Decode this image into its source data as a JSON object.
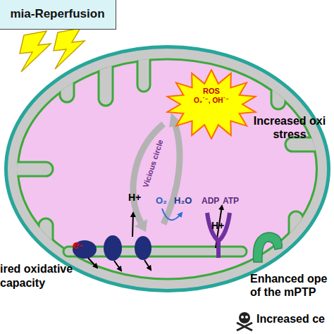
{
  "diagram": {
    "nodes": [
      {
        "text": [
          "mia-Reperfusion"
        ]
      },
      {
        "text": [
          "Increased oxi stress"
        ]
      },
      {
        "text": [
          "ROS",
          "O₂˙⁻, OH˙⁻"
        ],
        "in": 1
      }
    ],
    "labels": [
      "Vicious circle",
      "H+",
      "O₂",
      "H₂O",
      "ADP",
      "ATP",
      "H+",
      "e-",
      "ired oxidative capacity",
      "Enhanced ope of the mPTP",
      "Increased ce"
    ]
  }
}
